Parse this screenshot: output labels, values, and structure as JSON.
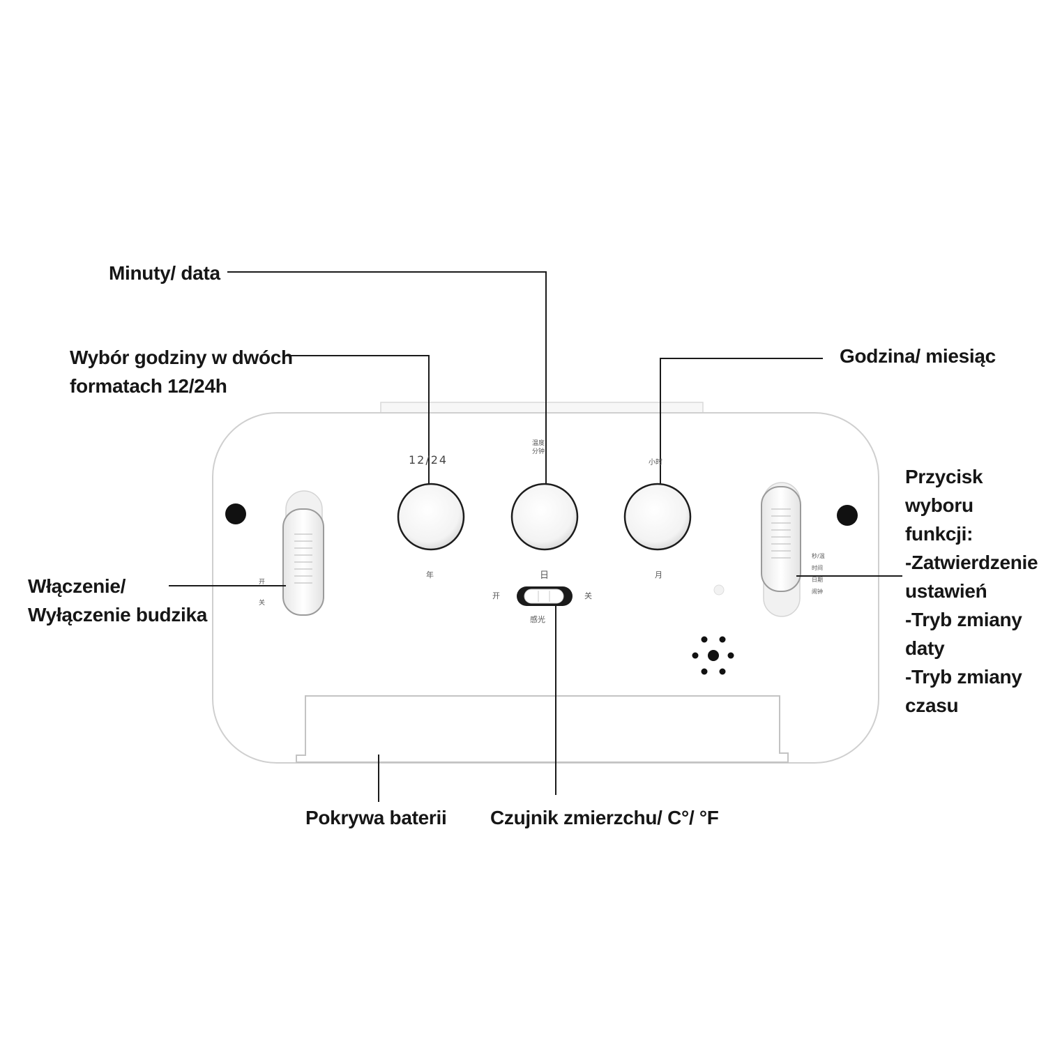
{
  "callouts": {
    "minutes_date": "Minuty/ data",
    "hour_format": "Wybór godziny w dwóch\nformatach 12/24h",
    "hour_month": "Godzina/ miesiąc",
    "function_button": "Przycisk wyboru\nfunkcji:\n-Zatwierdzenie\nustawień\n-Tryb zmiany\ndaty\n-Tryb zmiany\nczasu",
    "alarm_switch": "Włączenie/\nWyłączenie budzika",
    "battery_cover": "Pokrywa baterii",
    "light_sensor": "Czujnik zmierzchu/ C°/ °F"
  },
  "device_markings": {
    "format_button": "12/24",
    "temp_minute_button": "温度\n分钟",
    "hour_button": "小时",
    "year": "年",
    "day": "日",
    "month": "月",
    "on": "开",
    "off": "关",
    "light_control": "感光",
    "alarm_switch": "开\n关",
    "mode_switch": "秒/温\n时间\n日期\n闹钟"
  },
  "colors": {
    "body": "#ffffff",
    "body_outline": "#c9c9c9",
    "leader_line": "#1a1a1a",
    "text": "#161616"
  }
}
